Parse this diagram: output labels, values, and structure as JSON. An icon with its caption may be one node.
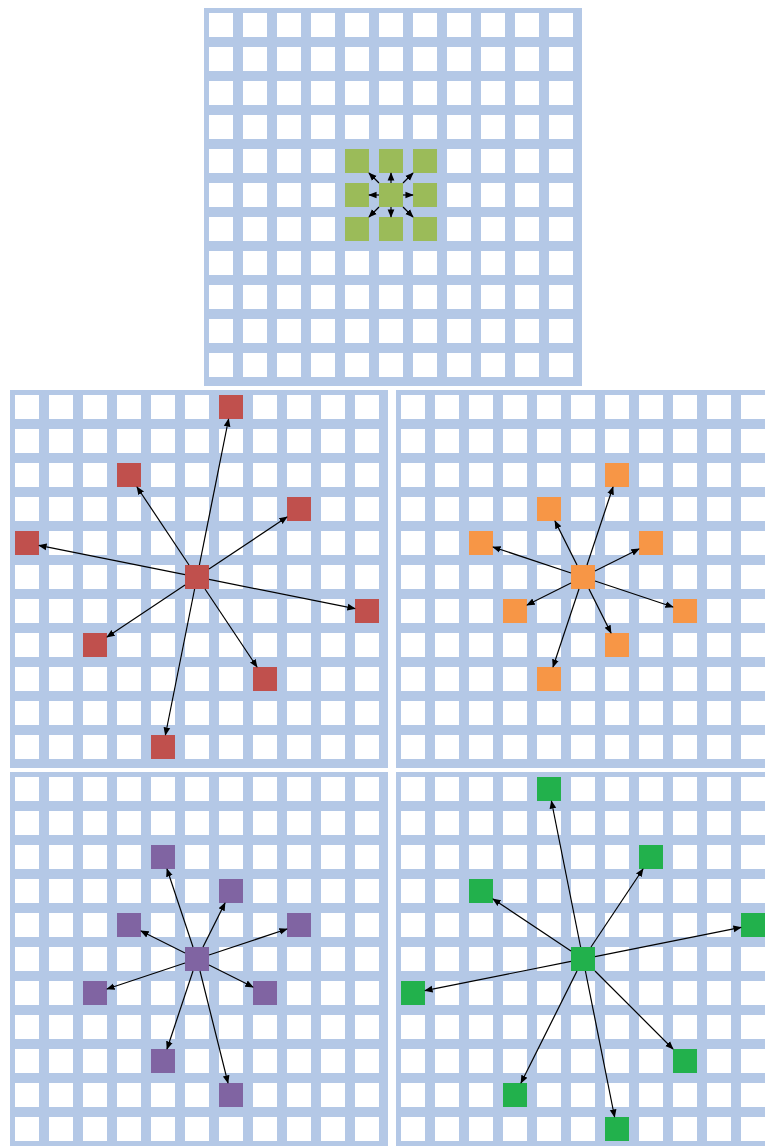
{
  "diagram": {
    "nodes": [
      {
        "text": [],
        "shape": "box"
      },
      {
        "text": [],
        "shape": "box"
      },
      {
        "text": [],
        "shape": "box"
      },
      {
        "text": [],
        "shape": "box"
      },
      {
        "text": [],
        "shape": "box"
      },
      {
        "text": [],
        "shape": "box"
      },
      {
        "text": [],
        "shape": "box"
      },
      {
        "text": [],
        "shape": "box"
      },
      {
        "text": [],
        "shape": "box"
      },
      {
        "text": [],
        "shape": "box"
      },
      {
        "text": [],
        "shape": "box"
      },
      {
        "text": [],
        "shape": "box"
      },
      {
        "text": [],
        "shape": "box"
      },
      {
        "text": [],
        "shape": "box"
      },
      {
        "text": [],
        "shape": "box"
      },
      {
        "text": [],
        "shape": "box"
      },
      {
        "text": [],
        "shape": "box"
      },
      {
        "text": [],
        "shape": "box"
      },
      {
        "text": [],
        "shape": "box"
      },
      {
        "text": [],
        "shape": "box"
      },
      {
        "text": [],
        "shape": "box"
      },
      {
        "text": [],
        "shape": "box"
      },
      {
        "text": [],
        "shape": "box"
      },
      {
        "text": [],
        "shape": "box"
      },
      {
        "text": [],
        "shape": "box"
      },
      {
        "text": [],
        "shape": "box"
      },
      {
        "text": [],
        "shape": "box"
      },
      {
        "text": [],
        "shape": "box"
      },
      {
        "text": [],
        "shape": "box"
      },
      {
        "text": [],
        "shape": "box"
      },
      {
        "text": [],
        "shape": "box"
      },
      {
        "text": [],
        "shape": "box"
      },
      {
        "text": [],
        "shape": "box"
      },
      {
        "text": [],
        "shape": "box"
      },
      {
        "text": [],
        "shape": "box"
      },
      {
        "text": [],
        "shape": "box"
      },
      {
        "text": [],
        "shape": "box"
      },
      {
        "text": [],
        "shape": "box"
      },
      {
        "text": [],
        "shape": "box"
      },
      {
        "text": [],
        "shape": "box"
      },
      {
        "text": [],
        "shape": "box"
      },
      {
        "text": [],
        "shape": "box"
      },
      {
        "text": [],
        "shape": "box"
      },
      {
        "text": [],
        "shape": "box"
      },
      {
        "text": [],
        "shape": "box"
      }
    ],
    "edges": [
      {
        "from": 4,
        "to": 0,
        "arrow": "to"
      },
      {
        "from": 4,
        "to": 1,
        "arrow": "to"
      },
      {
        "from": 4,
        "to": 2,
        "arrow": "to"
      },
      {
        "from": 4,
        "to": 3,
        "arrow": "to"
      },
      {
        "from": 4,
        "to": 5,
        "arrow": "to"
      },
      {
        "from": 4,
        "to": 6,
        "arrow": "to"
      },
      {
        "from": 4,
        "to": 7,
        "arrow": "to"
      },
      {
        "from": 4,
        "to": 8,
        "arrow": "to"
      },
      {
        "from": 13,
        "to": 9,
        "arrow": "to"
      },
      {
        "from": 13,
        "to": 10,
        "arrow": "to"
      },
      {
        "from": 13,
        "to": 11,
        "arrow": "to"
      },
      {
        "from": 13,
        "to": 12,
        "arrow": "to"
      },
      {
        "from": 13,
        "to": 14,
        "arrow": "to"
      },
      {
        "from": 13,
        "to": 15,
        "arrow": "to"
      },
      {
        "from": 13,
        "to": 16,
        "arrow": "to"
      },
      {
        "from": 13,
        "to": 17,
        "arrow": "to"
      },
      {
        "from": 22,
        "to": 18,
        "arrow": "to"
      },
      {
        "from": 22,
        "to": 19,
        "arrow": "to"
      },
      {
        "from": 22,
        "to": 20,
        "arrow": "to"
      },
      {
        "from": 22,
        "to": 21,
        "arrow": "to"
      },
      {
        "from": 22,
        "to": 23,
        "arrow": "to"
      },
      {
        "from": 22,
        "to": 24,
        "arrow": "to"
      },
      {
        "from": 22,
        "to": 25,
        "arrow": "to"
      },
      {
        "from": 22,
        "to": 26,
        "arrow": "to"
      },
      {
        "from": 31,
        "to": 27,
        "arrow": "to"
      },
      {
        "from": 31,
        "to": 28,
        "arrow": "to"
      },
      {
        "from": 31,
        "to": 29,
        "arrow": "to"
      },
      {
        "from": 31,
        "to": 30,
        "arrow": "to"
      },
      {
        "from": 31,
        "to": 32,
        "arrow": "to"
      },
      {
        "from": 31,
        "to": 33,
        "arrow": "to"
      },
      {
        "from": 31,
        "to": 34,
        "arrow": "to"
      },
      {
        "from": 31,
        "to": 35,
        "arrow": "to"
      },
      {
        "from": 40,
        "to": 36,
        "arrow": "to"
      },
      {
        "from": 40,
        "to": 37,
        "arrow": "to"
      },
      {
        "from": 40,
        "to": 38,
        "arrow": "to"
      },
      {
        "from": 40,
        "to": 39,
        "arrow": "to"
      },
      {
        "from": 40,
        "to": 41,
        "arrow": "to"
      },
      {
        "from": 40,
        "to": 42,
        "arrow": "to"
      },
      {
        "from": 40,
        "to": 43,
        "arrow": "to"
      },
      {
        "from": 40,
        "to": 44,
        "arrow": "to"
      }
    ]
  }
}
